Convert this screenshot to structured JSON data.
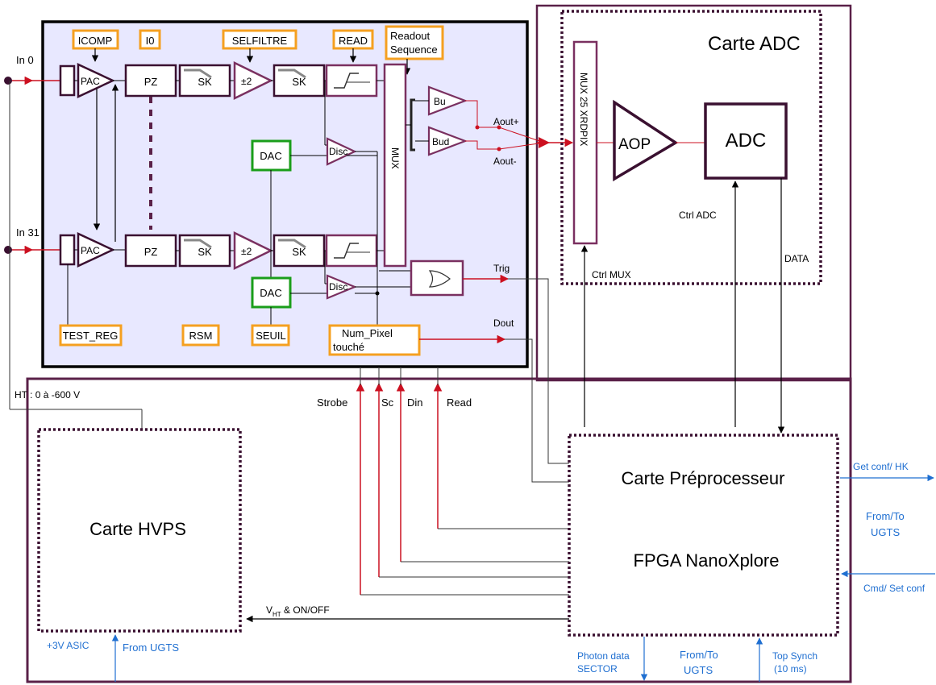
{
  "asic": {
    "config_boxes": {
      "icomp": "ICOMP",
      "i0": "I0",
      "selfiltre": "SELFILTRE",
      "read": "READ",
      "readout_seq": [
        "Readout",
        "Sequence"
      ],
      "test_reg": "TEST_REG",
      "rsm": "RSM",
      "seuil": "SEUIL",
      "num_pixel": [
        "Num_Pixel",
        "touché"
      ]
    },
    "inputs": {
      "in0": "In 0",
      "in31": "In 31"
    },
    "blocks": {
      "pac": "PAC",
      "pz": "PZ",
      "sk": "SK",
      "x2": "±2",
      "dac": "DAC",
      "disc": "Disc",
      "mux": "MUX",
      "bu_plus": "Bu",
      "bu_minus": "Bud"
    },
    "outputs": {
      "aout_plus": "Aout+",
      "aout_minus": "Aout-",
      "trig": "Trig",
      "dout": "Dout"
    },
    "control_inputs": {
      "strobe": "Strobe",
      "sc": "Sc",
      "din": "Din",
      "read": "Read"
    }
  },
  "adc_board": {
    "title": "Carte ADC",
    "mux": "MUX 25 XRDPIX",
    "aop": "AOP",
    "adc": "ADC",
    "ctrl_adc": "Ctrl ADC",
    "ctrl_mux": "Ctrl MUX",
    "data": "DATA"
  },
  "hv": {
    "ht_label": "HT : 0 à -600 V",
    "title": "Carte HVPS",
    "vht": "V",
    "vht_sub": "HT",
    "vht_rest": " & ON/OFF",
    "asic_3v": "+3V ASIC",
    "from_ugts": "From UGTS"
  },
  "preproc": {
    "title": "Carte Préprocesseur",
    "fpga": "FPGA NanoXplore",
    "get_conf": "Get conf/ HK",
    "from_to": [
      "From/To",
      "UGTS"
    ],
    "cmd": "Cmd/ Set conf",
    "photon": [
      "Photon data",
      "SECTOR"
    ],
    "from_to_bottom": [
      "From/To",
      "UGTS"
    ],
    "top_synch": [
      "Top Synch",
      "(10 ms)"
    ]
  },
  "colors": {
    "border": "#5a2048",
    "purple": "#7a3060",
    "orange": "#f5a020",
    "green": "#1a9e1a",
    "red": "#cc1020",
    "blue": "#1f6fd1",
    "asic_fill": "#e8e8ff"
  }
}
